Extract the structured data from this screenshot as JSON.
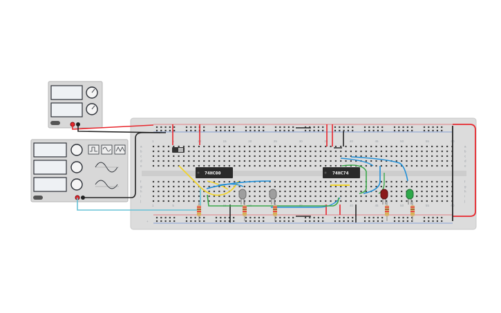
{
  "chips": {
    "left_label": "74HC00",
    "right_label": "74HC74"
  },
  "breadboard": {
    "column_numbers_top": [
      "1",
      "5",
      "10",
      "15",
      "20",
      "25",
      "30",
      "35",
      "40",
      "45",
      "50",
      "55",
      "60"
    ],
    "row_letters_upper": [
      "a",
      "b",
      "c",
      "d",
      "e"
    ],
    "row_letters_lower": [
      "f",
      "g",
      "h",
      "i",
      "j"
    ]
  },
  "colors": {
    "board": "#dcdcdc",
    "red_wire": "#e8262c",
    "black_wire": "#222222",
    "blue_wire": "#1f8fd8",
    "yellow_wire": "#f2d42a",
    "green_wire": "#3aa84a",
    "cyan_wire": "#66c2d6",
    "led_red": "#8b1a1a",
    "led_green": "#2ea84a",
    "led_off": "#9e9e9e"
  }
}
